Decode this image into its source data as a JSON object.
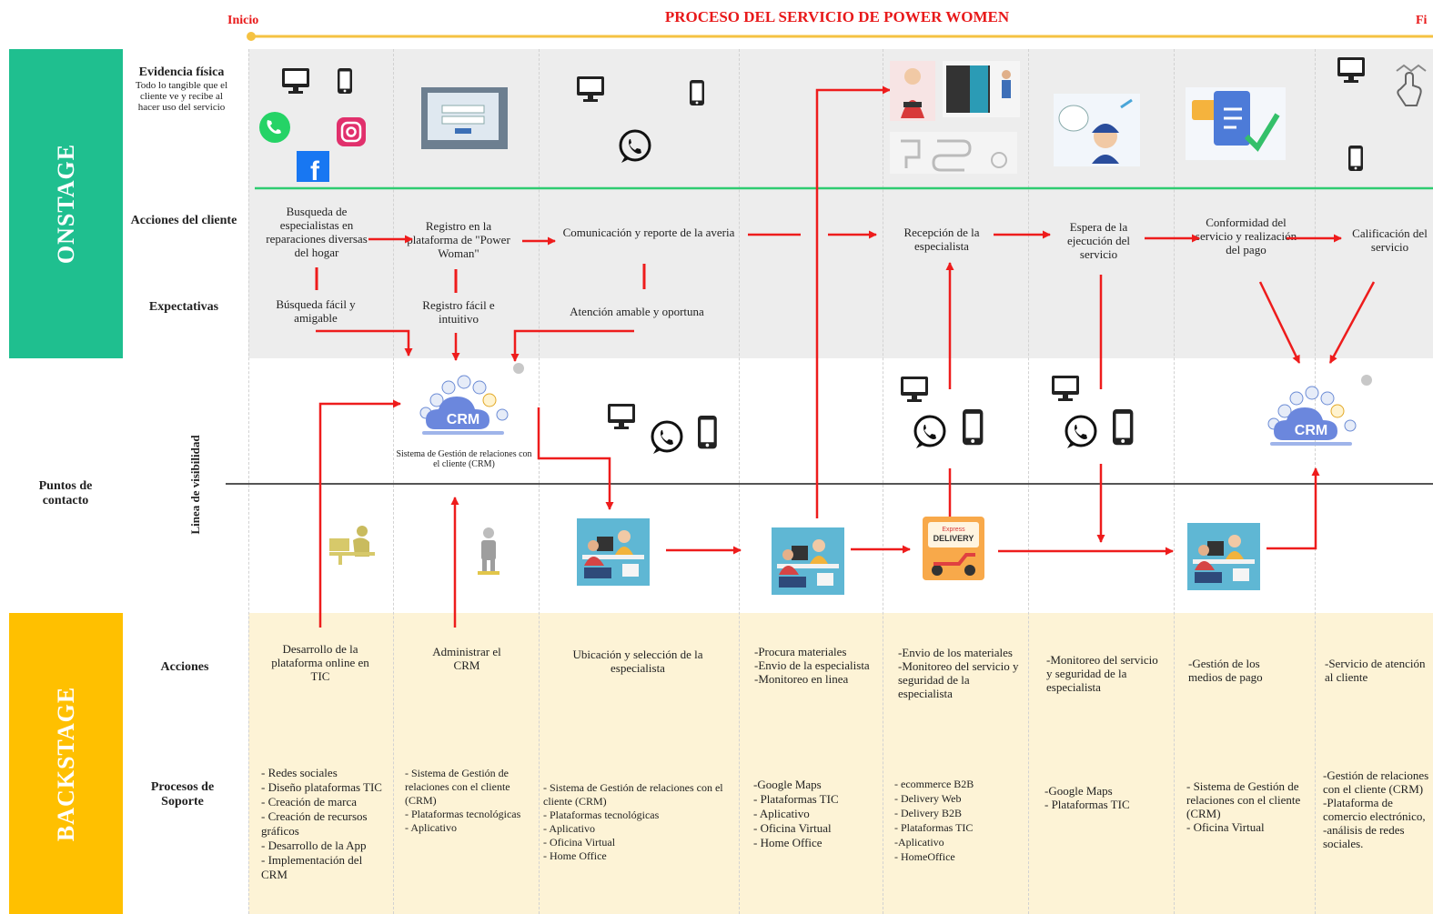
{
  "header": {
    "start_label": "Inicio",
    "title": "PROCESO DEL SERVICIO DE POWER WOMEN",
    "end_label": "Fi"
  },
  "sections": {
    "onstage": "ONSTAGE",
    "backstage": "BACKSTAGE"
  },
  "rows": {
    "evidence": {
      "title": "Evidencia física",
      "subtitle": "Todo lo tangible que el cliente ve y recibe al hacer uso del servicio"
    },
    "customer_actions": "Acciones del cliente",
    "expectations": "Expectativas",
    "touchpoints": "Puntos de contacto",
    "visibility_line": "Linea de visibilidad",
    "backstage_actions": "Acciones",
    "support": "Procesos de Soporte"
  },
  "customer_actions": [
    "Busqueda de especialistas en reparaciones diversas del hogar",
    "Registro en la plataforma de \"Power Woman\"",
    "Comunicación y reporte de la averia",
    "Recepción de la especialista",
    "Espera de la ejecución del servicio",
    "Conformidad del servicio y realización del pago",
    "Calificación del servicio"
  ],
  "expectations": [
    "Búsqueda fácil y amigable",
    "Registro fácil e intuitivo",
    "Atención amable y oportuna"
  ],
  "crm_caption": "Sistema de Gestión de relaciones con el cliente (CRM)",
  "crm_label": "CRM",
  "backstage_actions": [
    "Desarrollo de la plataforma online en TIC",
    "Administrar el CRM",
    "Ubicación y selección de la especialista",
    "-Procura materiales\n-Envio de la especialista\n-Monitoreo en linea",
    "-Envio de los materiales\n-Monitoreo del servicio y seguridad de la especialista",
    "-Monitoreo del servicio y seguridad de la especialista",
    "-Gestión de los medios de pago",
    "-Servicio de atención al cliente"
  ],
  "support_processes": [
    "- Redes sociales\n- Diseño plataformas TIC\n- Creación de marca\n- Creación de recursos gráficos\n- Desarrollo de la App\n- Implementación del CRM",
    "- Sistema de Gestión de relaciones con el cliente (CRM)\n- Plataformas tecnológicas\n- Aplicativo",
    "- Sistema de Gestión de relaciones con el cliente (CRM)\n- Plataformas tecnológicas\n- Aplicativo\n- Oficina Virtual\n- Home Office",
    "-Google Maps\n- Plataformas TIC\n- Aplicativo\n- Oficina Virtual\n- Home Office",
    "- ecommerce B2B\n- Delivery Web\n- Delivery B2B\n- Plataformas TIC\n-Aplicativo\n- HomeOffice",
    "-Google Maps\n- Plataformas TIC",
    "- Sistema de Gestión de relaciones con el cliente (CRM)\n- Oficina Virtual",
    "-Gestión de relaciones con el cliente (CRM)\n-Plataforma de comercio electrónico,\n-análisis de redes sociales."
  ],
  "delivery_badge": {
    "line1": "Express",
    "line2": "DELIVERY"
  },
  "colors": {
    "title_red": "#e8191a",
    "arrow_red": "#ee1c1c",
    "onstage_green": "#1fbf8f",
    "backstage_yellow": "#ffc000",
    "timeline_gold": "#f5c242",
    "evidence_line": "#2ecc71"
  },
  "icons": [
    "monitor-icon",
    "smartphone-icon",
    "whatsapp-icon",
    "instagram-icon",
    "facebook-icon",
    "cloud-crm-icon",
    "delivery-icon",
    "agent-illustration-icon",
    "touch-icon"
  ]
}
